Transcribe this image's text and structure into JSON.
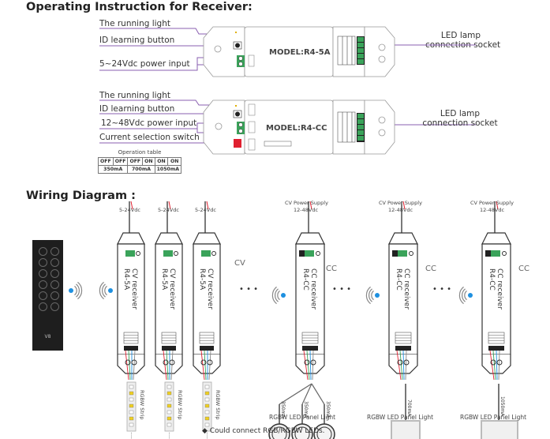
{
  "sections": {
    "operating_title": "Operating Instruction for Receiver:",
    "wiring_title": "Wiring Diagram :"
  },
  "receiver_r45a": {
    "model": "MODEL:R4-5A",
    "labels": [
      "The running light",
      "ID learning button",
      "5~24Vdc power input"
    ],
    "output_label": [
      "LED lamp",
      "connection socket"
    ]
  },
  "receiver_r4cc": {
    "model": "MODEL:R4-CC",
    "labels": [
      "The running light",
      "ID learning button",
      "12~48Vdc power input",
      "Current selection switch"
    ],
    "output_label": [
      "LED lamp",
      "connection socket"
    ],
    "operation_table": {
      "title": "Operation table",
      "switches": [
        "OFF",
        "OFF",
        "OFF",
        "ON",
        "ON",
        "ON"
      ],
      "currents": [
        "350mA",
        "700mA",
        "1050mA"
      ]
    }
  },
  "wiring": {
    "remote": {
      "label": "V8"
    },
    "cv_group": {
      "supply_label": "5-24Vdc",
      "receivers": [
        {
          "line1": "CV receiver",
          "line2": "R4-5A",
          "strip_label": "RGBW Strip"
        },
        {
          "line1": "CV receiver",
          "line2": "R4-5A",
          "strip_label": "RGBW Strip"
        },
        {
          "line1": "CV receiver",
          "line2": "R4-5A",
          "strip_label": "RGBW Strip"
        }
      ],
      "type_label": "CV"
    },
    "cc_receivers": [
      {
        "supply_line1": "CV Power Supply",
        "supply_line2": "12-48Vdc",
        "line1": "CC receiver",
        "line2": "R4-CC",
        "type_label": "CC",
        "currents": [
          "350mA",
          "350mA",
          "350mA"
        ],
        "load_label": "RGBW LED Panel Light"
      },
      {
        "supply_line1": "CV Power Supply",
        "supply_line2": "12-48Vdc",
        "line1": "CC receiver",
        "line2": "R4-CC",
        "type_label": "CC",
        "currents": [
          "700mA"
        ],
        "load_label": "RGBW LED Panel Light"
      },
      {
        "supply_line1": "CV Power Supply",
        "supply_line2": "12-48Vdc",
        "line1": "CC receiver",
        "line2": "R4-CC",
        "type_label": "CC",
        "currents": [
          "1050mA"
        ],
        "load_label": "RGBW LED Panel Light"
      }
    ],
    "ellipsis": "• • •",
    "note": "◆ Could connect RGB/RGBW LEDs."
  },
  "colors": {
    "leader": "#8a5fb0",
    "terminal_green": "#3aa35a",
    "signal_blue": "#1e90e0",
    "switch_red": "#e02030",
    "remote_body": "#1e1e1e"
  }
}
